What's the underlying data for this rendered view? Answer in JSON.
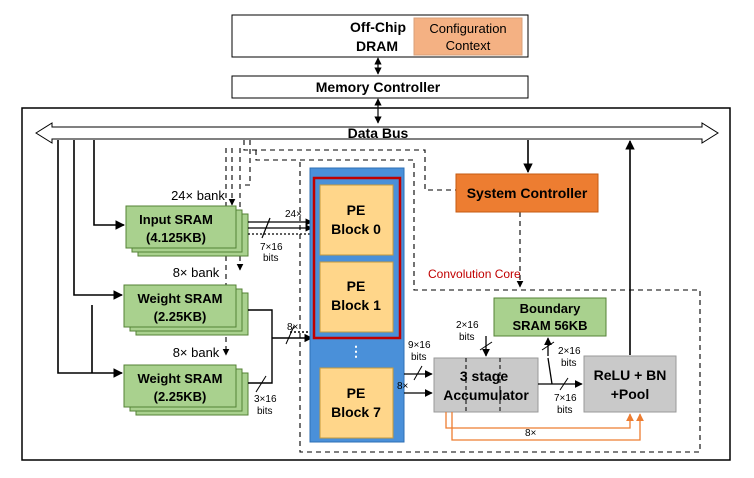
{
  "colors": {
    "green": "#a9d18e",
    "green_border": "#548235",
    "blue": "#4a90d9",
    "pe_yellow": "#ffd68a",
    "controller_orange": "#ed7d31",
    "config_salmon": "#f4b183",
    "red_frame": "#c00000",
    "gray": "#c9c9c9",
    "orange_line": "#ed7d31",
    "label_red": "#c00000"
  },
  "dram": {
    "title_line1": "Off-Chip",
    "title_line2": "DRAM",
    "config_line1": "Configuration",
    "config_line2": "Context"
  },
  "memory_controller": "Memory Controller",
  "data_bus": "Data Bus",
  "system_controller": "System Controller",
  "convolution_core": "Convolution Core",
  "input_sram": {
    "line1": "Input SRAM",
    "line2": "(4.125KB)",
    "bank": "24× bank"
  },
  "weight_sram_1": {
    "line1": "Weight SRAM",
    "line2": "(2.25KB)",
    "bank": "8× bank"
  },
  "weight_sram_2": {
    "line1": "Weight SRAM",
    "line2": "(2.25KB)",
    "bank": "8× bank"
  },
  "pe_blocks": [
    {
      "line1": "PE",
      "line2": "Block 0"
    },
    {
      "line1": "PE",
      "line2": "Block 1"
    },
    {
      "line1": "PE",
      "line2": "Block 7"
    }
  ],
  "pe_ellipsis": "⋮",
  "boundary_sram": {
    "line1": "Boundary",
    "line2": "SRAM 56KB"
  },
  "accumulator": {
    "line1": "3  stage",
    "line2": "Accumulator"
  },
  "relu": {
    "line1": "ReLU + BN",
    "line2": "+Pool"
  },
  "bus_labels": {
    "input_24x": "24×",
    "input_bits_1": "7×16",
    "input_bits_2": "bits",
    "weight_8x": "8×",
    "weight_bits_1": "3×16",
    "weight_bits_2": "bits",
    "pe_to_acc_1": "9×16",
    "pe_to_acc_2": "bits",
    "pe_to_acc_8x": "8×",
    "boundary_in_1": "2×16",
    "boundary_in_2": "bits",
    "boundary_out_1": "2×16",
    "boundary_out_2": "bits",
    "acc_to_relu_1": "7×16",
    "acc_to_relu_2": "bits",
    "bottom_8x": "8×"
  }
}
